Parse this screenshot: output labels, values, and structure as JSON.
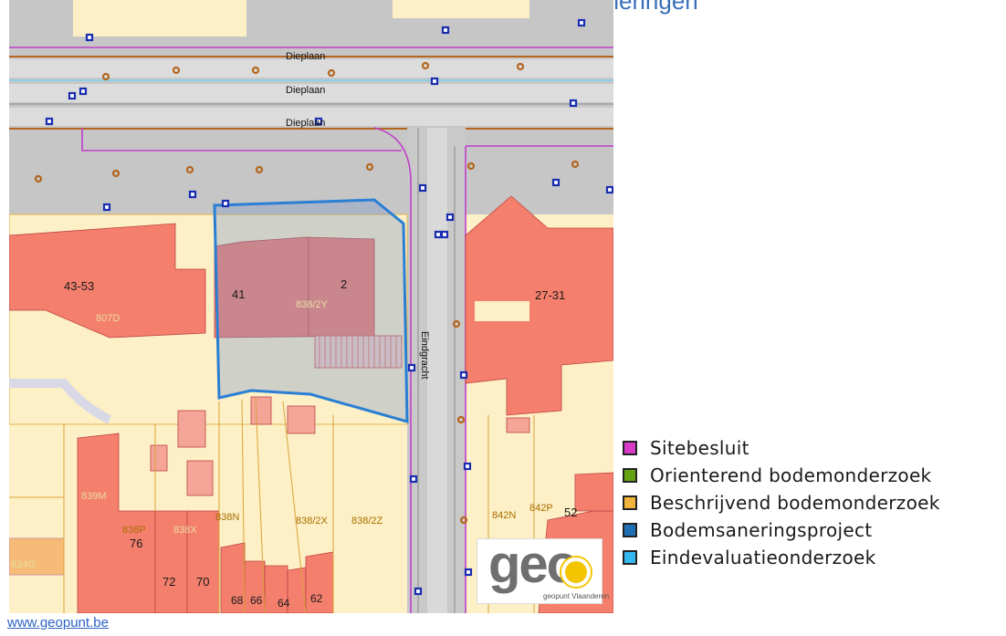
{
  "title": "Bodemonderzoeken en saneringen",
  "streets": {
    "dieplaan": "Dieplaan",
    "eindgracht": "Eindgracht"
  },
  "parcel_labels": {
    "n43_53": "43-53",
    "p807D": "807D",
    "n41": "41",
    "n2": "2",
    "p838_2Y": "838/2Y",
    "n27_31": "27-31",
    "p839M": "839M",
    "p838P": "838P",
    "p838X": "838X",
    "p838N": "838N",
    "p838_2X": "838/2X",
    "p838_2Z": "838/2Z",
    "p842N": "842N",
    "p842P": "842P",
    "n52": "52",
    "n76": "76",
    "n72": "72",
    "n70": "70",
    "n68": "68",
    "n66": "66",
    "n64": "64",
    "n62": "62",
    "p834G": "834G"
  },
  "legend": [
    {
      "label": "Sitebesluit",
      "color": "#d63ac7"
    },
    {
      "label": "Orienterend bodemonderzoek",
      "color": "#66a314"
    },
    {
      "label": "Beschrijvend bodemonderzoek",
      "color": "#f2b33d"
    },
    {
      "label": "Bodemsaneringsproject",
      "color": "#1f6fb4"
    },
    {
      "label": "Eindevaluatieonderzoek",
      "color": "#34b8f0"
    }
  ],
  "logo": {
    "word": "geo",
    "subtitle": "geopunt Vlaanderen"
  },
  "footer": {
    "link": "www.geopunt.be"
  },
  "colors": {
    "building": "#f47f6d",
    "parcel": "#fdeec0",
    "road": "#b4b4b4",
    "boundary": "#2a7fd4"
  }
}
